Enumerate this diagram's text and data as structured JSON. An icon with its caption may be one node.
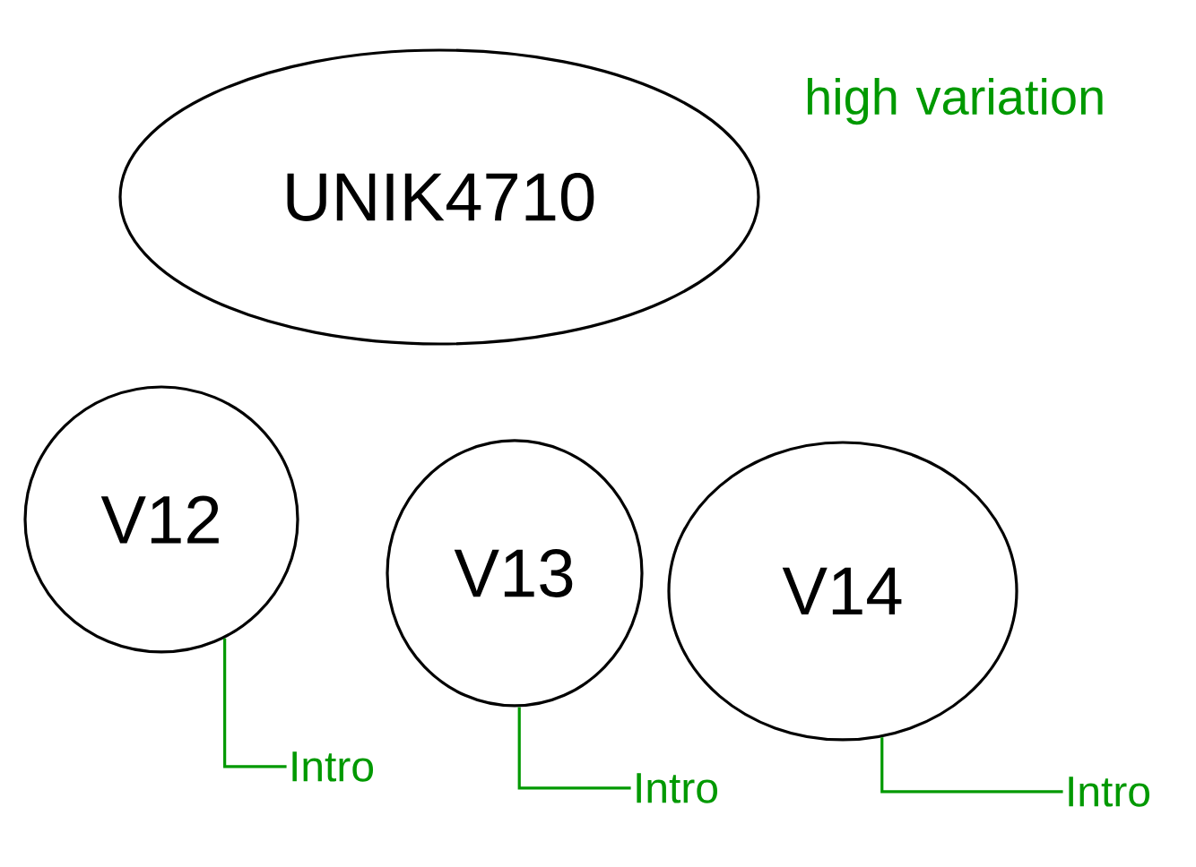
{
  "diagram": {
    "nodes": [
      {
        "text": [
          "UNIK4710"
        ]
      },
      {
        "text": [
          "V12"
        ]
      },
      {
        "text": [
          "V13"
        ]
      },
      {
        "text": [
          "V14"
        ]
      },
      {
        "text": [
          "Intro"
        ]
      },
      {
        "text": [
          "Intro"
        ]
      },
      {
        "text": [
          "Intro"
        ]
      }
    ],
    "edges": [
      {
        "from": 1,
        "to": 4,
        "arrow": "none"
      },
      {
        "from": 2,
        "to": 5,
        "arrow": "none"
      },
      {
        "from": 3,
        "to": 6,
        "arrow": "none"
      }
    ],
    "labels": [
      "high variation"
    ]
  }
}
